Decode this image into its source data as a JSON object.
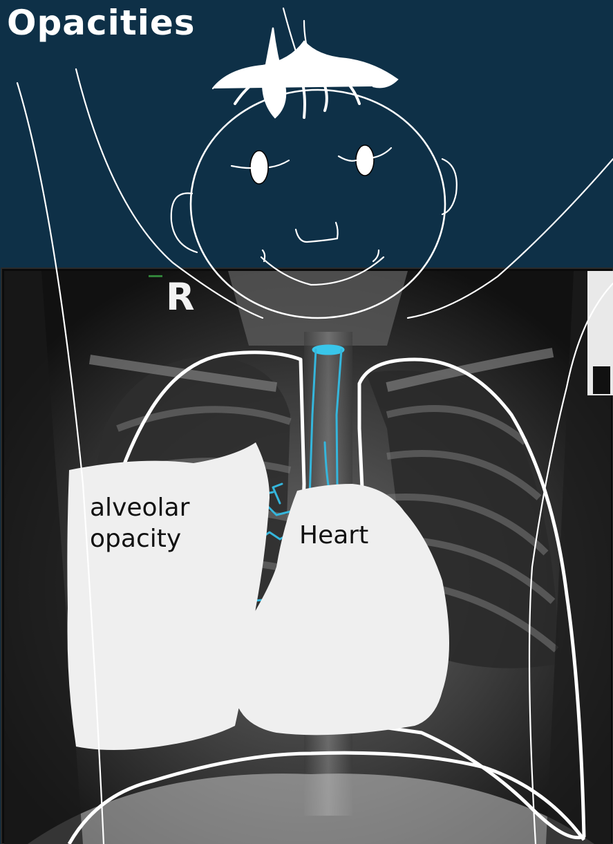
{
  "slide": {
    "title": "Opacities"
  },
  "xray": {
    "side_marker": "R"
  },
  "annotations": {
    "alveolar_label_line1": "alveolar",
    "alveolar_label_line2": "opacity",
    "heart_label": "Heart"
  },
  "colors": {
    "background": "#0e3047",
    "airway": "#35b6dc",
    "outline": "#ffffff",
    "label_fill": "#efefef"
  },
  "icons": [
    "child-face-drawing",
    "lung-outline",
    "airway-tree",
    "heart-shape"
  ]
}
